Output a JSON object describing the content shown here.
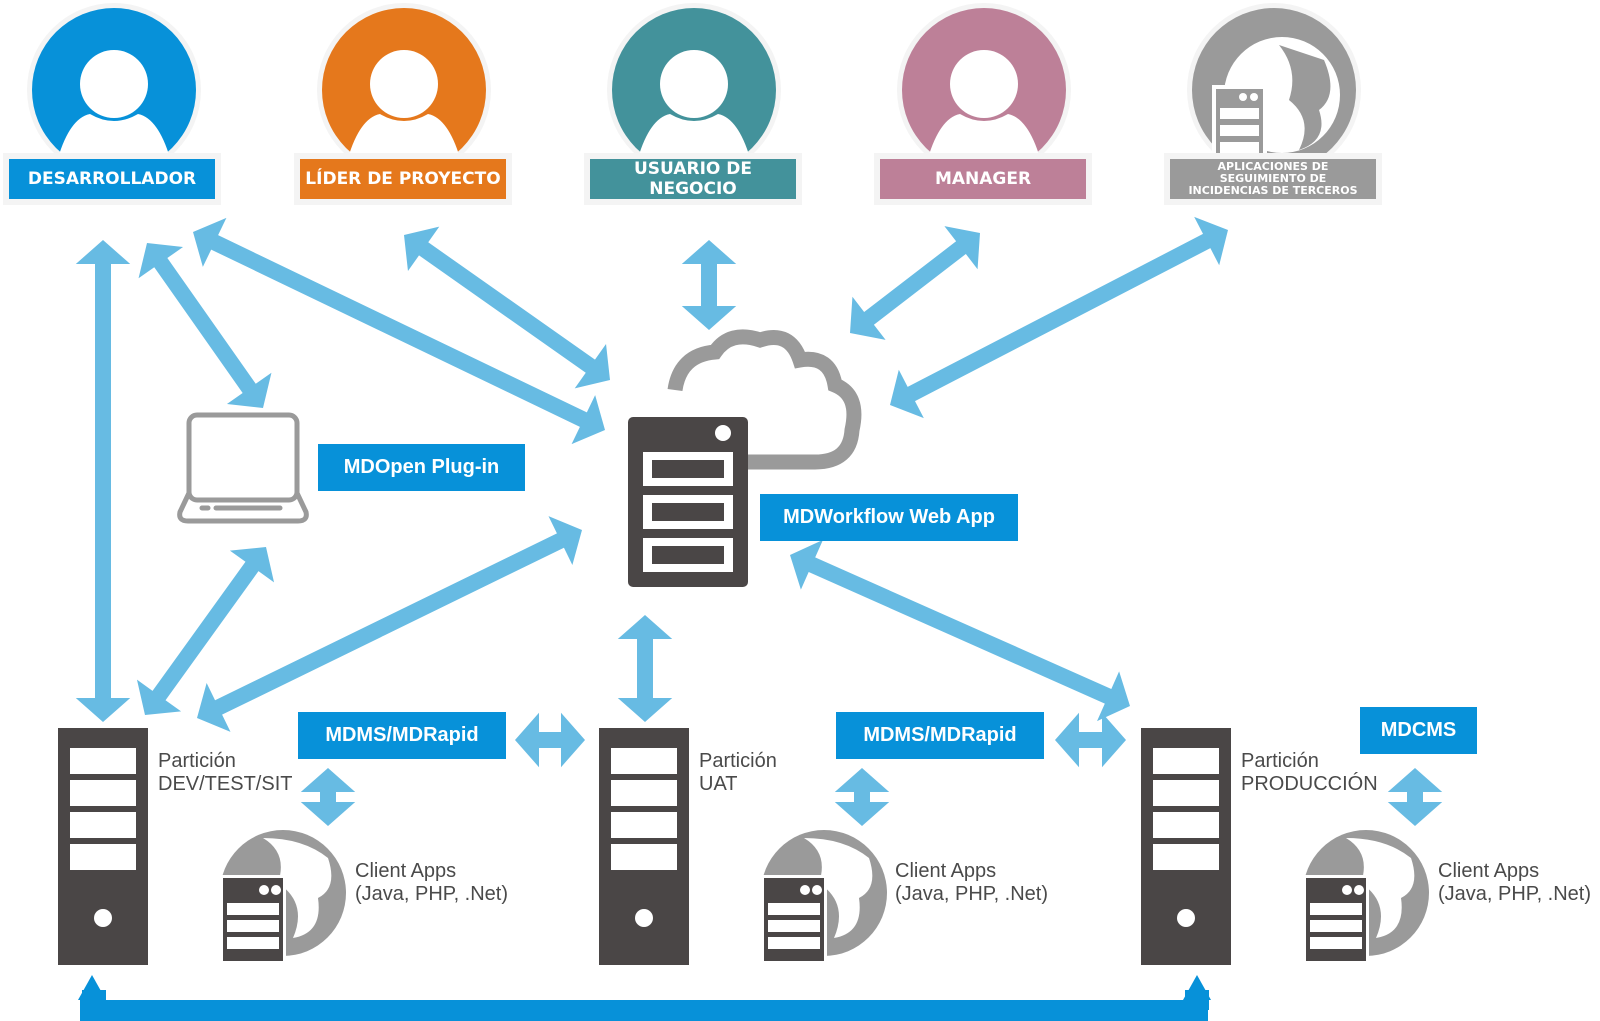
{
  "colors": {
    "arrow": "#67bbe3",
    "arrow_strong": "#0791d9",
    "server": "#4a4646",
    "icon_gray": "#9a9a9a",
    "tag": "#0791d9"
  },
  "roles": [
    {
      "label": "DESARROLLADOR",
      "color": "#0791d9",
      "icon": "user-icon"
    },
    {
      "label": "LÍDER DE PROYECTO",
      "color": "#e5781c",
      "icon": "user-icon"
    },
    {
      "label": "USUARIO DE NEGOCIO",
      "color": "#43929b",
      "icon": "user-icon"
    },
    {
      "label": "MANAGER",
      "color": "#bd8098",
      "icon": "user-icon"
    },
    {
      "label": "APLICACIONES DE SEGUIMIENTO DE INCIDENCIAS DE TERCEROS",
      "color": "#9a9a9a",
      "icon": "server-globe-icon"
    }
  ],
  "plugin": {
    "label": "MDOpen Plug-in",
    "icon": "laptop-icon"
  },
  "webapp": {
    "label": "MDWorkflow Web App",
    "icon": "cloud-server-icon"
  },
  "partitions": [
    {
      "title": "Partición\nDEV/TEST/SIT",
      "module": "MDMS/MDRapid",
      "client_apps": "Client Apps\n(Java, PHP, .Net)"
    },
    {
      "title": "Partición\nUAT",
      "module": "MDMS/MDRapid",
      "client_apps": "Client Apps\n(Java, PHP, .Net)"
    },
    {
      "title": "Partición\nPRODUCCIÓN",
      "module": "MDCMS",
      "client_apps": "Client Apps\n(Java, PHP, .Net)"
    }
  ]
}
